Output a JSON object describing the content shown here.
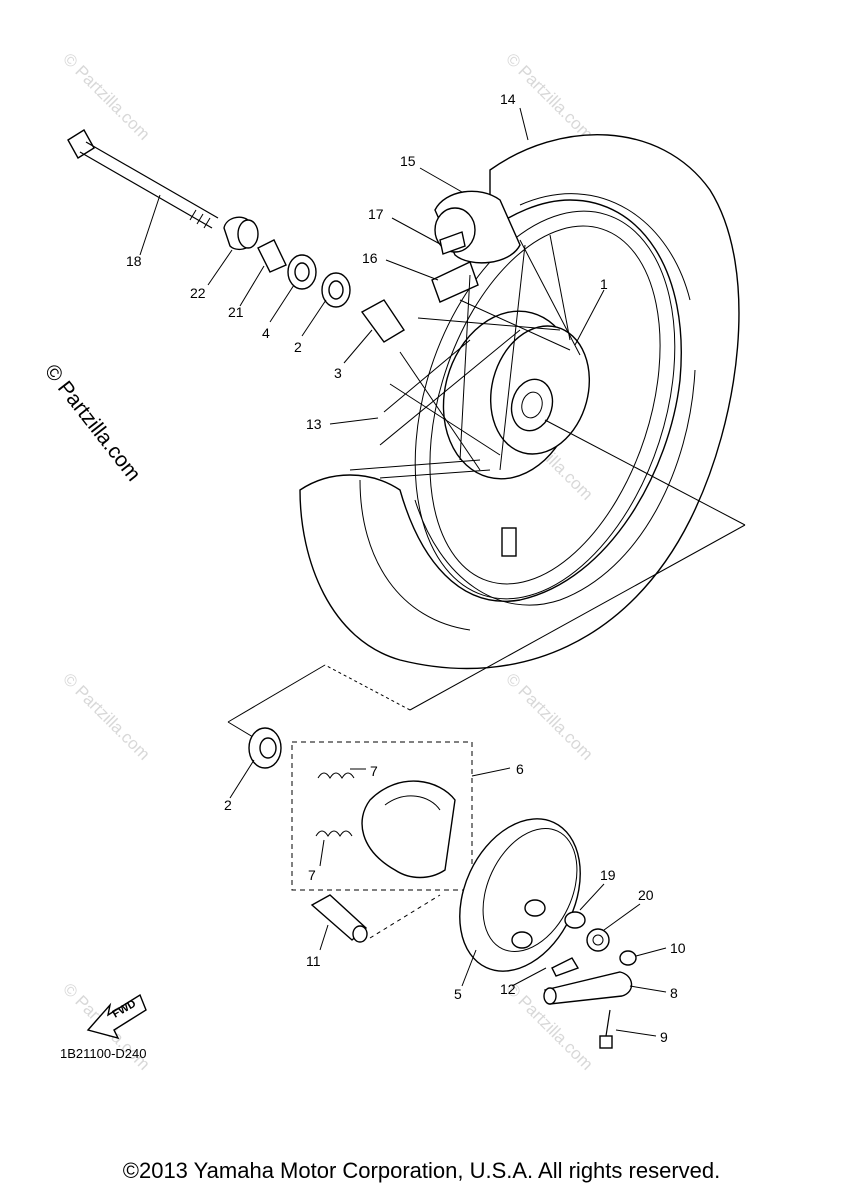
{
  "watermark": "© Partzilla.com",
  "diagram_code": "1B21100-D240",
  "copyright": "©2013 Yamaha Motor Corporation, U.S.A. All rights reserved.",
  "fwd_label": "FWD",
  "callouts": {
    "c1": "1",
    "c2a": "2",
    "c2b": "2",
    "c3": "3",
    "c4": "4",
    "c5": "5",
    "c6": "6",
    "c7a": "7",
    "c7b": "7",
    "c8": "8",
    "c9": "9",
    "c10": "10",
    "c11": "11",
    "c12": "12",
    "c13": "13",
    "c14": "14",
    "c15": "15",
    "c16": "16",
    "c17": "17",
    "c18": "18",
    "c19": "19",
    "c20": "20",
    "c21": "21",
    "c22": "22"
  }
}
